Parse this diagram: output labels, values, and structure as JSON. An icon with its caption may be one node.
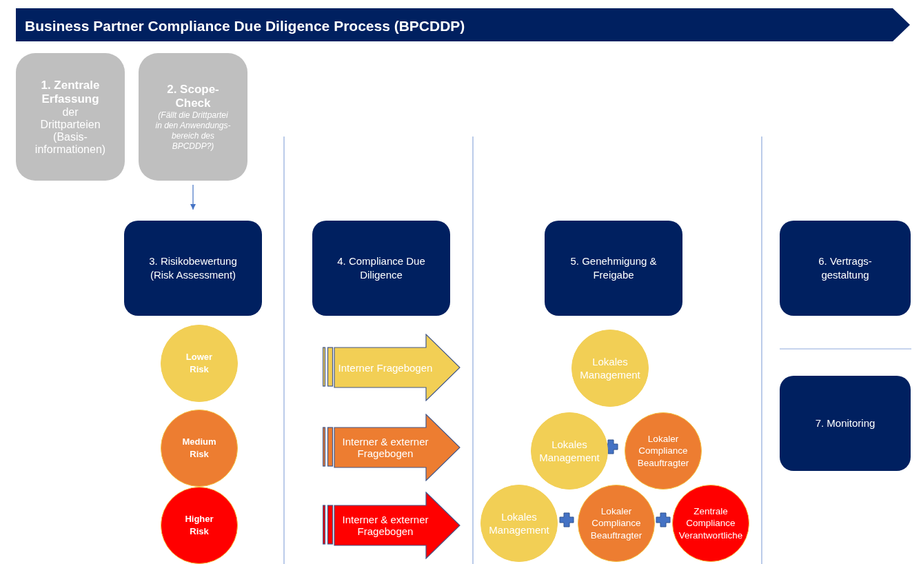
{
  "diagram": {
    "title": "Business Partner Compliance Due Diligence Process (BPCDDP)",
    "nodes": [
      {
        "text": [
          "1. Zentrale Erfassung",
          "der Drittparteien (Basis- informationen)"
        ]
      },
      {
        "text": [
          "2. Scope- Check",
          "(Fällt die Drittpartei in den Anwendungs- bereich des BPCDDP?)"
        ]
      },
      {
        "text": [
          "3. Risikobewertung (Risk Assessment)"
        ]
      },
      {
        "text": [
          "4. Compliance Due Diligence"
        ]
      },
      {
        "text": [
          "5. Genehmigung & Freigabe"
        ]
      },
      {
        "text": [
          "6. Vertrags- gestaltung"
        ]
      },
      {
        "text": [
          "7. Monitoring"
        ]
      },
      {
        "text": [
          "Lower Risk"
        ]
      },
      {
        "text": [
          "Medium Risk"
        ]
      },
      {
        "text": [
          "Higher Risk"
        ]
      },
      {
        "text": [
          "Interner Fragebogen"
        ]
      },
      {
        "text": [
          "Interner & externer Fragebogen"
        ]
      },
      {
        "text": [
          "Interner & externer Fragebogen"
        ]
      },
      {
        "text": [
          "Lokales Management"
        ]
      },
      {
        "text": [
          "Lokales Management"
        ]
      },
      {
        "text": [
          "Lokaler Compliance Beauftragter"
        ]
      },
      {
        "text": [
          "Lokales Management"
        ]
      },
      {
        "text": [
          "Lokaler Compliance Beauftragter"
        ]
      },
      {
        "text": [
          "Zentrale Compliance Verantwortliche"
        ]
      }
    ],
    "edges": [
      {
        "from": 1,
        "to": 2,
        "arrow": "to"
      }
    ]
  }
}
